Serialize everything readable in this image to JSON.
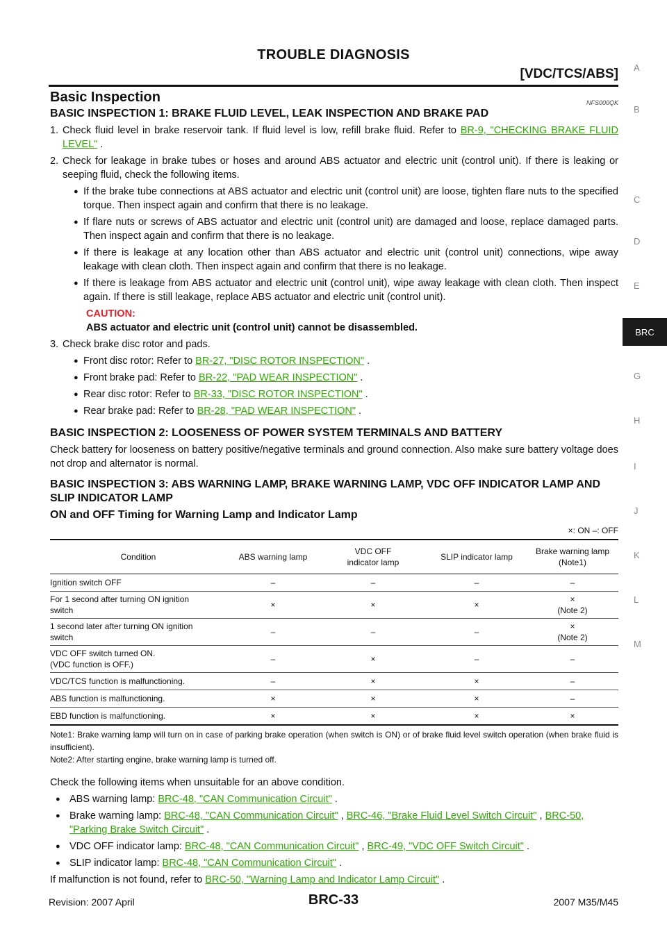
{
  "header": {
    "title": "TROUBLE DIAGNOSIS",
    "subtitle": "[VDC/TCS/ABS]"
  },
  "side_tabs": [
    "A",
    "B",
    "C",
    "D",
    "E",
    "BRC",
    "G",
    "H",
    "I",
    "J",
    "K",
    "L",
    "M"
  ],
  "section": {
    "title": "Basic Inspection",
    "code": "NFS000QK",
    "insp1": {
      "title": "BASIC INSPECTION 1: BRAKE FLUID LEVEL, LEAK INSPECTION AND BRAKE PAD",
      "s1_num": "1.",
      "s1_text": "Check fluid level in brake reservoir tank. If fluid level is low, refill brake fluid. Refer to ",
      "s1_link": "BR-9, \"CHECKING BRAKE FLUID LEVEL\"",
      "s1_end": " .",
      "s2_num": "2.",
      "s2_text": "Check for leakage in brake tubes or hoses and around ABS actuator and electric unit (control unit). If there is leaking or seeping fluid, check the following items.",
      "s2_bullets": [
        "If the brake tube connections at ABS actuator and electric unit (control unit) are loose, tighten flare nuts to the specified torque. Then inspect again and confirm that there is no leakage.",
        "If flare nuts or screws of ABS actuator and electric unit (control unit) are damaged and loose, replace damaged parts. Then inspect again and confirm that there is no leakage.",
        "If there is leakage at any location other than ABS actuator and electric unit (control unit) connections, wipe away leakage with clean cloth. Then inspect again and confirm that there is no leakage.",
        "If there is leakage from ABS actuator and electric unit (control unit), wipe away leakage with clean cloth. Then inspect again. If there is still leakage, replace ABS actuator and electric unit (control unit)."
      ],
      "caution_label": "CAUTION:",
      "caution_text": "ABS actuator and electric unit (control unit) cannot be disassembled.",
      "s3_num": "3.",
      "s3_text": "Check brake disc rotor and pads.",
      "s3_items": [
        {
          "pre": "Front disc rotor: Refer to ",
          "link": "BR-27, \"DISC ROTOR INSPECTION\"",
          "end": " ."
        },
        {
          "pre": "Front brake pad: Refer to ",
          "link": "BR-22, \"PAD WEAR INSPECTION\"",
          "end": " ."
        },
        {
          "pre": "Rear disc rotor: Refer to ",
          "link": "BR-33, \"DISC ROTOR INSPECTION\"",
          "end": " ."
        },
        {
          "pre": "Rear brake pad: Refer to ",
          "link": "BR-28, \"PAD WEAR INSPECTION\"",
          "end": " ."
        }
      ]
    },
    "insp2": {
      "title": "BASIC INSPECTION 2: LOOSENESS OF POWER SYSTEM TERMINALS AND BATTERY",
      "text": "Check battery for looseness on battery positive/negative terminals and ground connection. Also make sure battery voltage does not drop and alternator is normal."
    },
    "insp3": {
      "title": "BASIC INSPECTION 3: ABS WARNING LAMP, BRAKE WARNING LAMP, VDC OFF INDICATOR LAMP AND SLIP INDICATOR LAMP",
      "subtitle": "ON and OFF Timing for Warning Lamp and Indicator Lamp",
      "legend": "×: ON     –: OFF",
      "table_headers": [
        "Condition",
        "ABS warning lamp",
        "VDC  OFF\nindicator lamp",
        "SLIP indicator lamp",
        "Brake warning lamp\n(Note1)"
      ],
      "table_rows": [
        [
          "Ignition switch  OFF",
          "–",
          "–",
          "–",
          "–"
        ],
        [
          "For 1 second after turning ON ignition\nswitch",
          "×",
          "×",
          "×",
          "×\n(Note 2)"
        ],
        [
          "1 second later after turning ON ignition\nswitch",
          "–",
          "–",
          "–",
          "×\n(Note 2)"
        ],
        [
          "VDC  OFF switch turned ON.\n(VDC function is OFF.)",
          "–",
          "×",
          "–",
          "–"
        ],
        [
          "VDC/TCS function is malfunctioning.",
          "–",
          "×",
          "×",
          "–"
        ],
        [
          "ABS function is malfunctioning.",
          "×",
          "×",
          "×",
          "–"
        ],
        [
          "EBD function is malfunctioning.",
          "×",
          "×",
          "×",
          "×"
        ]
      ],
      "note1": "Note1: Brake warning lamp will turn on in case of parking brake operation (when switch is ON) or of brake fluid level switch operation (when brake fluid is insufficient).",
      "note2": "Note2: After starting engine, brake warning lamp is turned off.",
      "check_intro": "Check the following items when unsuitable for an above condition.",
      "abs_lamp": {
        "label": "ABS warning lamp: ",
        "link1": "BRC-48, \"CAN Communication Circuit\"",
        "end": " ."
      },
      "brake_lamp": {
        "label": "Brake warning lamp: ",
        "link1": "BRC-48, \"CAN Communication Circuit\"",
        "sep1": " , ",
        "link2": "BRC-46, \"Brake Fluid Level Switch Circuit\"",
        "sep2": " , ",
        "link3": "BRC-50, \"Parking Brake Switch Circuit\"",
        "end": " ."
      },
      "vdc_lamp": {
        "label": "VDC OFF indicator lamp: ",
        "link1": "BRC-48, \"CAN Communication Circuit\"",
        "sep1": " , ",
        "link2": "BRC-49, \"VDC OFF Switch Circuit\"",
        "end": " ."
      },
      "slip_lamp": {
        "label": "SLIP indicator lamp: ",
        "link1": "BRC-48, \"CAN Communication Circuit\"",
        "end": " ."
      },
      "final_pre": "If malfunction is not found, refer to ",
      "final_link": "BRC-50, \"Warning Lamp and Indicator Lamp Circuit\"",
      "final_end": " ."
    }
  },
  "footer": {
    "left": "Revision: 2007 April",
    "center": "BRC-33",
    "right": "2007 M35/M45"
  }
}
